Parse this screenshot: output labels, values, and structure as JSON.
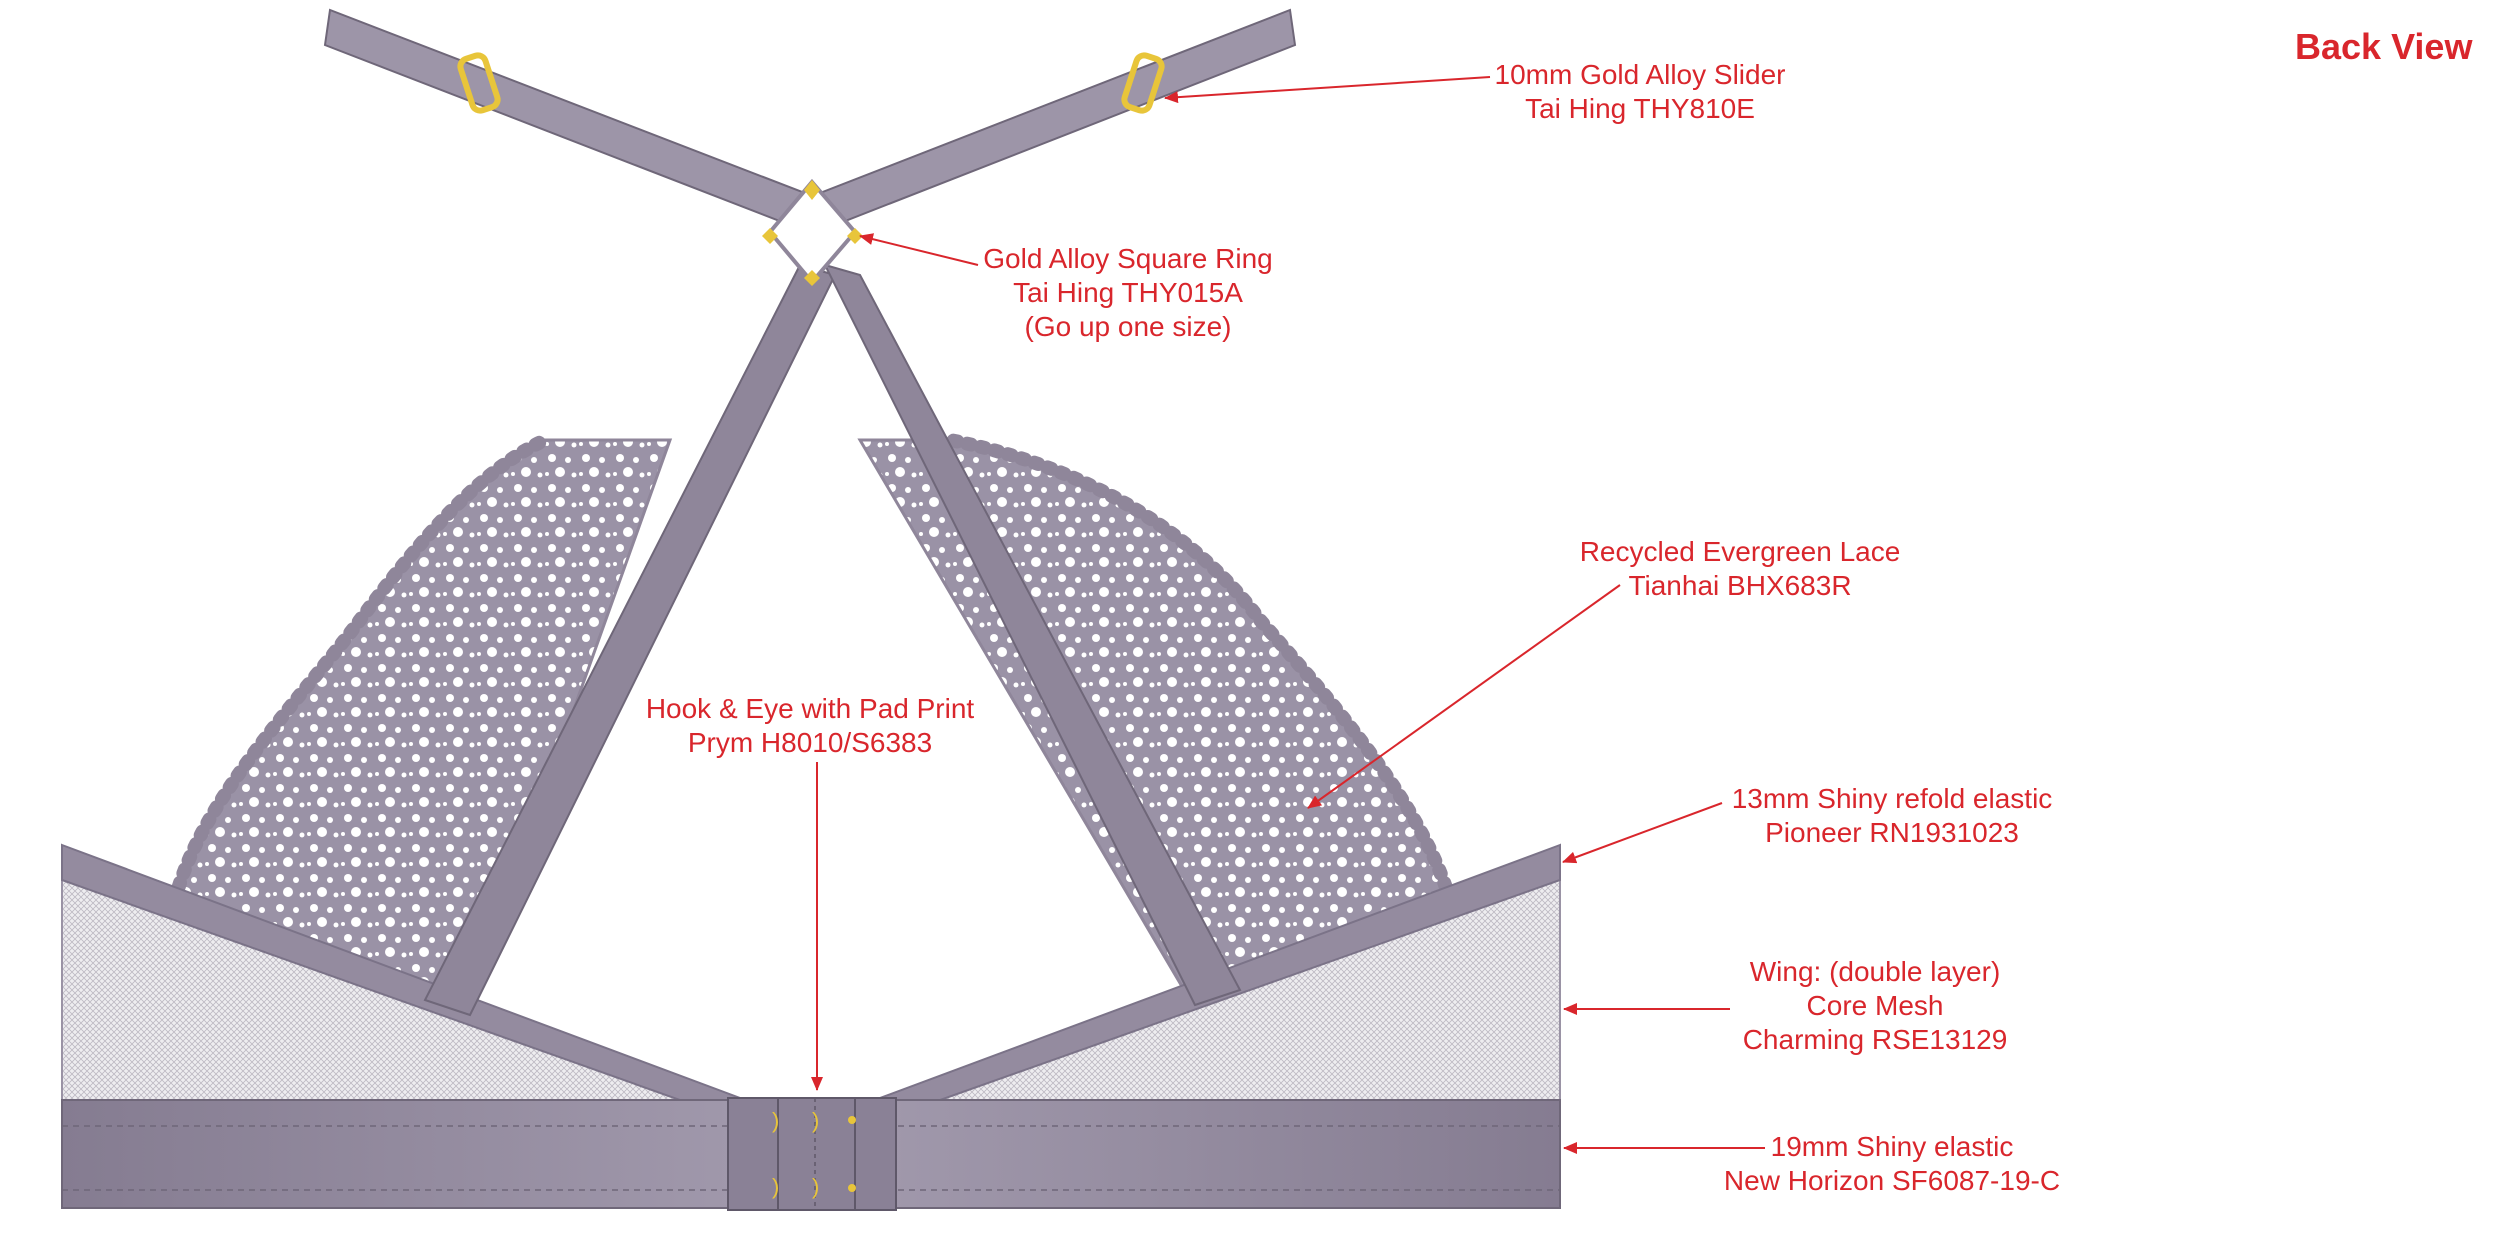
{
  "title": "Back View",
  "colors": {
    "fabric": "#8f869a",
    "fabric_dark": "#7b7388",
    "fabric_light": "#a59db0",
    "gold": "#e8c53a",
    "callout": "#d9262c",
    "mesh": "#d8d6dc"
  },
  "callouts": {
    "slider": {
      "line1": "10mm Gold Alloy Slider",
      "line2": "Tai Hing THY810E"
    },
    "ring": {
      "line1": "Gold Alloy Square Ring",
      "line2": "Tai Hing THY015A",
      "line3": "(Go up one size)"
    },
    "lace": {
      "line1": "Recycled Evergreen Lace",
      "line2": "Tianhai BHX683R"
    },
    "hook": {
      "line1": "Hook & Eye with Pad Print",
      "line2": "Prym H8010/S6383"
    },
    "refold": {
      "line1": "13mm Shiny refold elastic",
      "line2": "Pioneer RN1931023"
    },
    "wing": {
      "line1": "Wing: (double layer)",
      "line2": "Core Mesh",
      "line3": "Charming RSE13129"
    },
    "band": {
      "line1": "19mm Shiny elastic",
      "line2": "New Horizon SF6087-19-C"
    }
  }
}
